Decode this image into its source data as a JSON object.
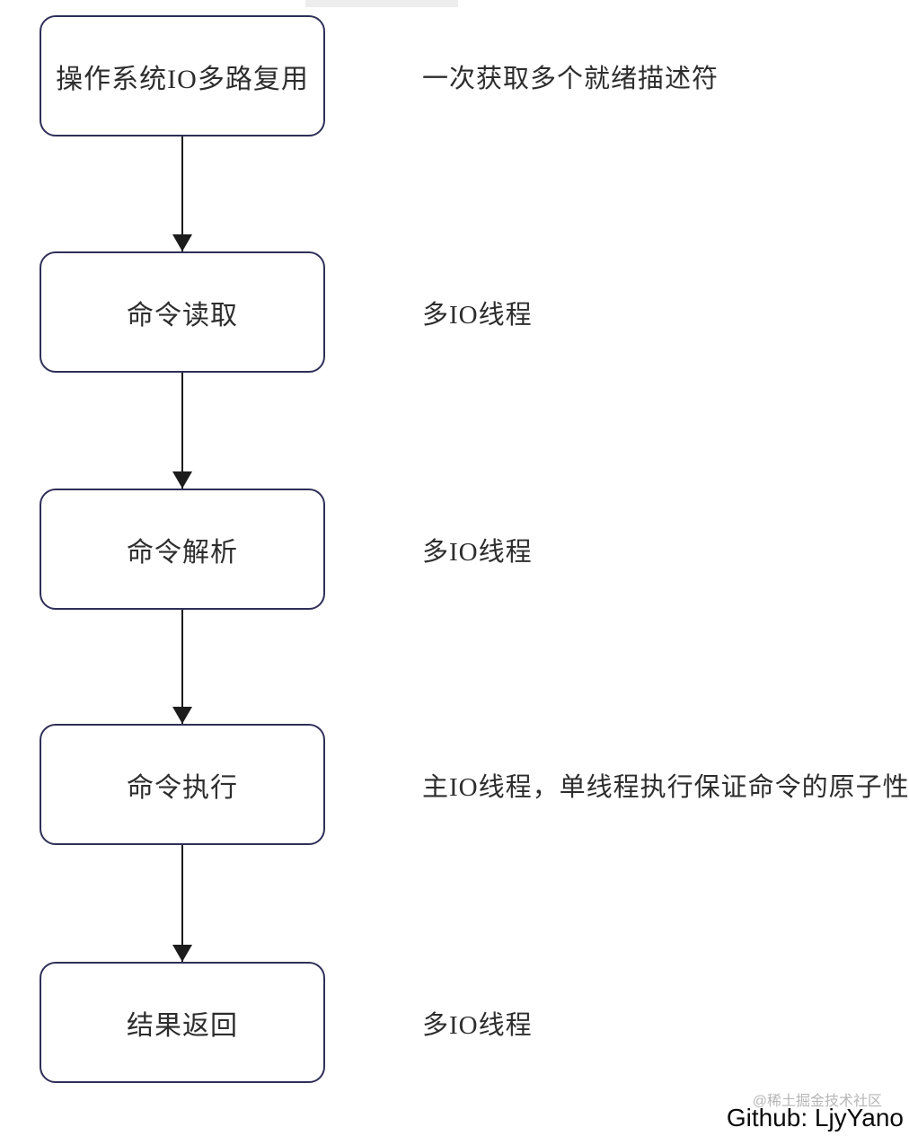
{
  "diagram": {
    "title": "redis-command-processing-flow",
    "steps": [
      {
        "label": "操作系统IO多路复用",
        "annotation": "一次获取多个就绪描述符"
      },
      {
        "label": "命令读取",
        "annotation": "多IO线程"
      },
      {
        "label": "命令解析",
        "annotation": "多IO线程"
      },
      {
        "label": "命令执行",
        "annotation": "主IO线程，单线程执行保证命令的原子性"
      },
      {
        "label": "结果返回",
        "annotation": "多IO线程"
      }
    ],
    "colors": {
      "box_border": "#2f2f58",
      "text": "#2d2d2d",
      "arrow": "#1c1c1c",
      "watermark_gray": "#b6b6b6",
      "watermark_black": "#0a0a0a"
    }
  },
  "watermark": {
    "community": "@稀土掘金技术社区",
    "github": "Github: LjyYano"
  }
}
